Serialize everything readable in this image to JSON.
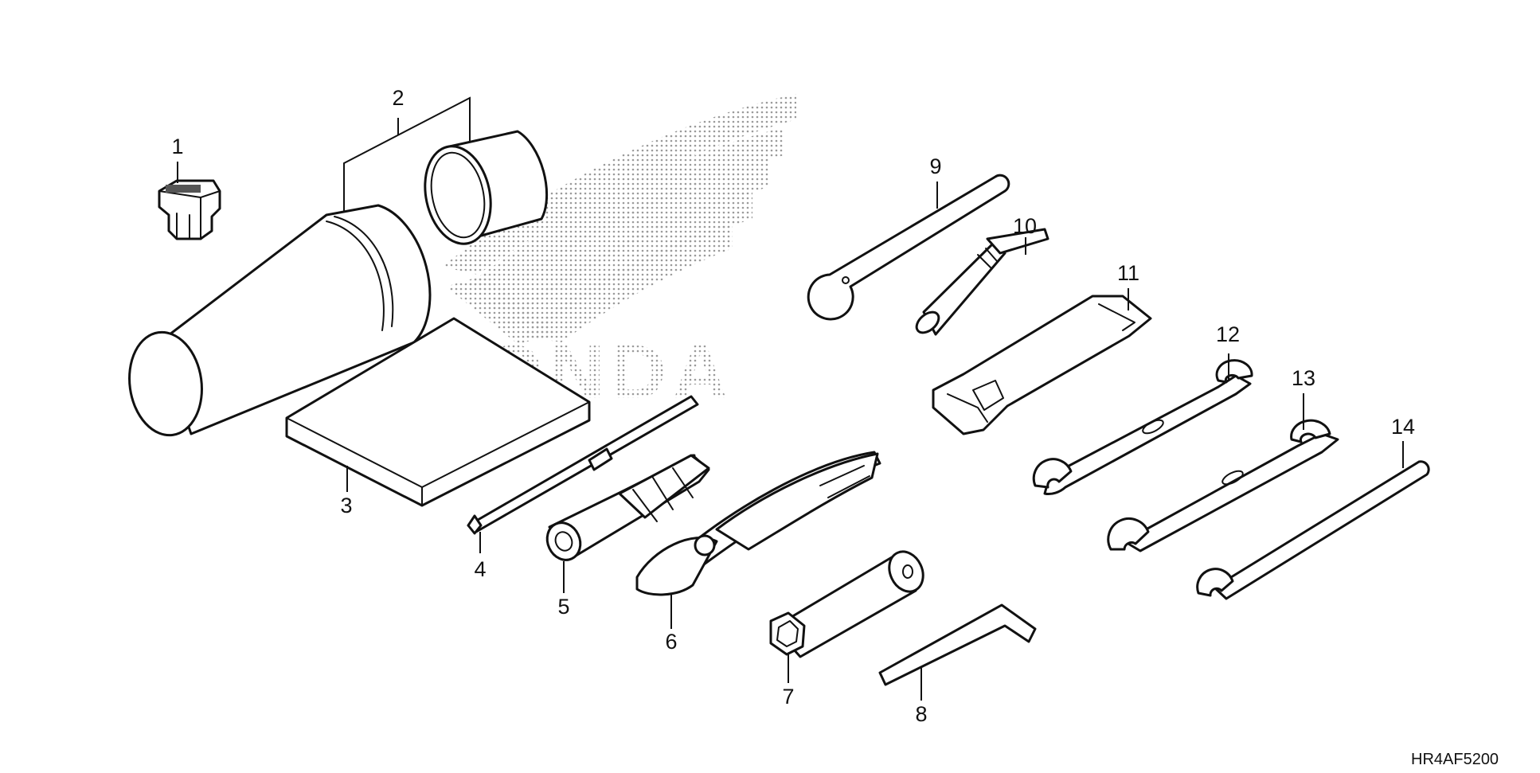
{
  "diagram": {
    "callouts": [
      {
        "id": "1",
        "label": "1"
      },
      {
        "id": "2",
        "label": "2"
      },
      {
        "id": "3",
        "label": "3"
      },
      {
        "id": "4",
        "label": "4"
      },
      {
        "id": "5",
        "label": "5"
      },
      {
        "id": "6",
        "label": "6"
      },
      {
        "id": "7",
        "label": "7"
      },
      {
        "id": "8",
        "label": "8"
      },
      {
        "id": "9",
        "label": "9"
      },
      {
        "id": "10",
        "label": "10"
      },
      {
        "id": "11",
        "label": "11"
      },
      {
        "id": "12",
        "label": "12"
      },
      {
        "id": "13",
        "label": "13"
      },
      {
        "id": "14",
        "label": "14"
      }
    ],
    "drawing_code": "HR4AF5200",
    "watermark_text": "HONDA",
    "colors": {
      "line": "#111111",
      "background": "#ffffff",
      "watermark": "#9a9a9a"
    }
  }
}
